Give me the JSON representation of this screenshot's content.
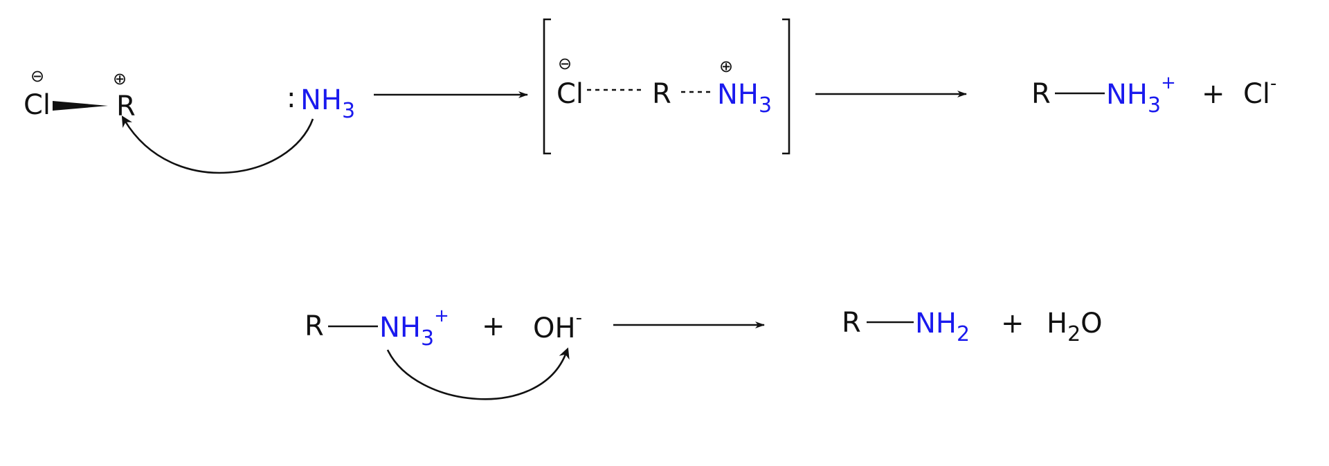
{
  "colors": {
    "ink": "#111111",
    "nitrogen": "#1a1aee"
  },
  "reaction1": {
    "reactant": {
      "cl": "Cl",
      "cl_charge": "⊖",
      "r": "R",
      "r_charge": "⊕"
    },
    "nucleophile": {
      "lone_pair": ":",
      "nh": "NH",
      "sub": "3"
    },
    "transition_state": {
      "cl": "Cl",
      "cl_charge": "⊖",
      "r": "R",
      "nh": "NH",
      "sub": "3",
      "n_charge": "⊕"
    },
    "products": {
      "r": "R",
      "nh": "NH",
      "sub": "3",
      "sup": "+",
      "plus": "+",
      "cl": "Cl",
      "cl_sup": "-"
    }
  },
  "reaction2": {
    "reactant": {
      "r": "R",
      "nh": "NH",
      "sub": "3",
      "sup": "+"
    },
    "plus": "+",
    "base": {
      "oh": "OH",
      "sup": "-"
    },
    "products": {
      "r": "R",
      "nh": "NH",
      "sub": "2",
      "plus": "+",
      "h": "H",
      "h_sub": "2",
      "o": "O"
    }
  },
  "icons": [
    "wedge-bond-icon",
    "curved-arrow-icon",
    "reaction-arrow-icon",
    "bracket-icon"
  ]
}
